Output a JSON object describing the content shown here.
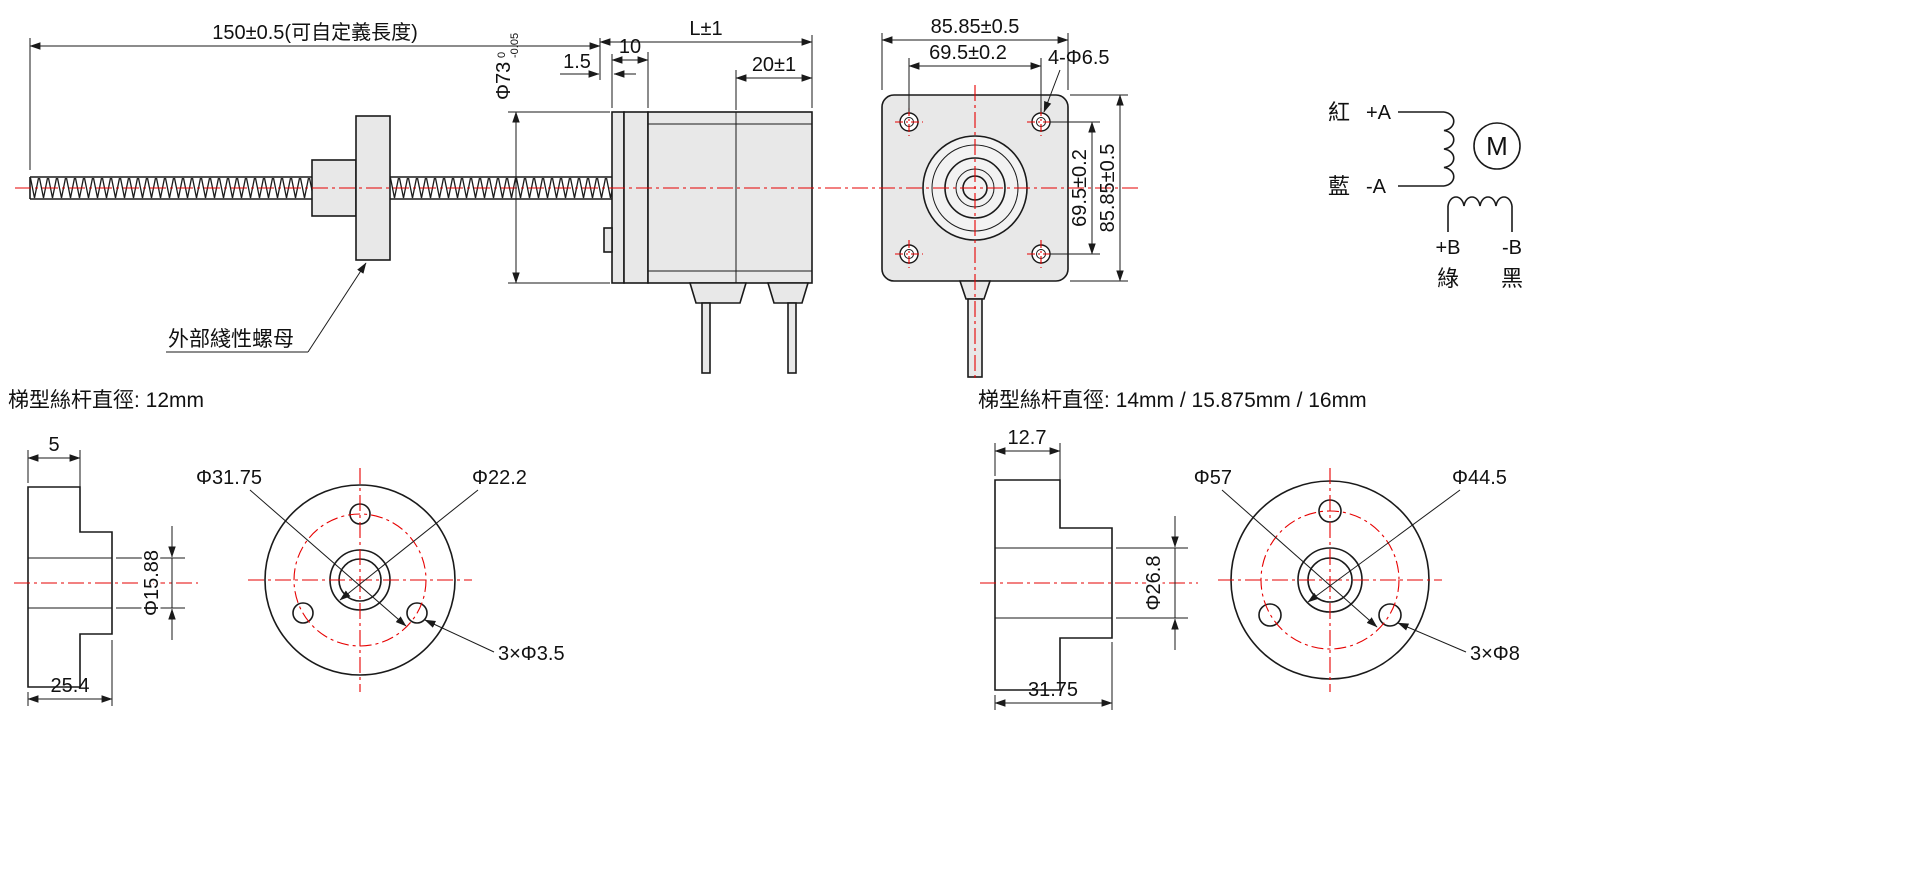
{
  "colors": {
    "line": "#1a1a1a",
    "centerline": "#e60000",
    "body_fill": "#e8e8e8",
    "background": "#ffffff"
  },
  "top_view": {
    "screw_length_dim": "150±0.5(可自定義長度)",
    "body_diameter": "Φ73",
    "body_diameter_tol_upper": "0",
    "body_diameter_tol_lower": "-0.05",
    "motor_length_dim": "L±1",
    "front_plate_dim": "1.5",
    "front_section_dim": "10",
    "rear_section_dim": "20±1",
    "nut_label": "外部綫性螺母"
  },
  "front_view": {
    "width_dim": "85.85±0.5",
    "hole_spacing_h_dim": "69.5±0.2",
    "corner_holes_dim": "4-Φ6.5",
    "hole_spacing_v_dim": "69.5±0.2",
    "height_dim": "85.85±0.5"
  },
  "wiring": {
    "red_label": "紅",
    "phase_a_plus": "+A",
    "blue_label": "藍",
    "phase_a_minus": "-A",
    "motor_symbol": "M",
    "phase_b_plus": "+B",
    "phase_b_minus": "-B",
    "green_label": "綠",
    "black_label": "黑"
  },
  "section_12mm": {
    "title": "梯型絲杆直徑:  12mm",
    "flange_thickness_dim": "5",
    "bolt_circle_dim": "Φ31.75",
    "pilot_dim": "Φ22.2",
    "bore_dim": "Φ15.88",
    "mount_holes_dim": "3×Φ3.5",
    "total_length_dim": "25.4"
  },
  "section_16mm": {
    "title": "梯型絲杆直徑:  14mm / 15.875mm / 16mm",
    "flange_thickness_dim": "12.7",
    "bolt_circle_dim": "Φ57",
    "pilot_dim": "Φ44.5",
    "bore_dim": "Φ26.8",
    "mount_holes_dim": "3×Φ8",
    "total_length_dim": "31.75"
  }
}
